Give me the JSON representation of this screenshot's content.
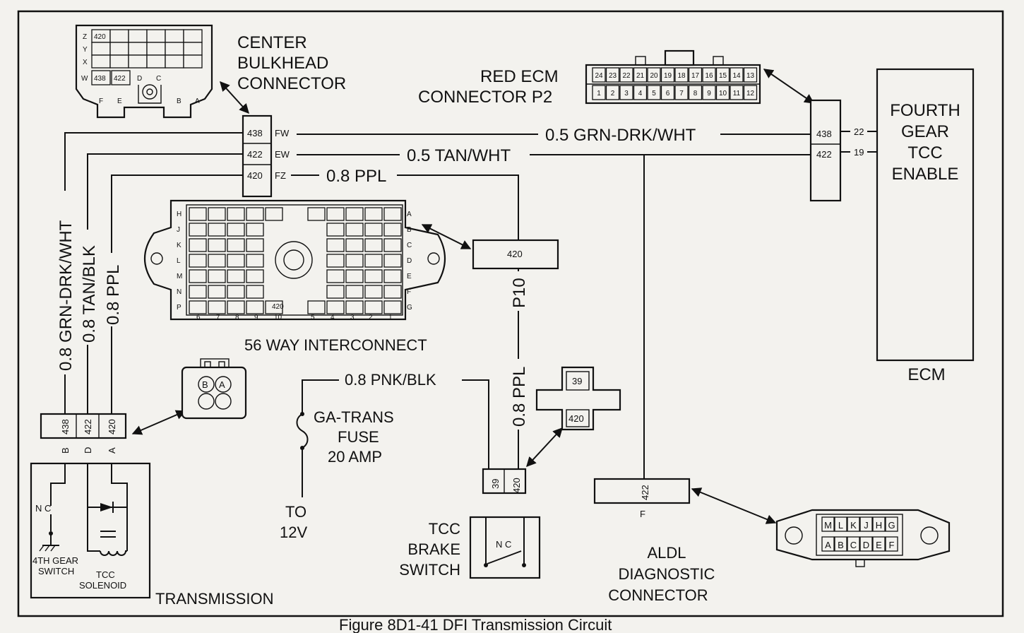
{
  "caption": "Figure 8D1-41 DFI Transmission Circuit",
  "center_bulkhead": {
    "title_lines": [
      "CENTER",
      "BULKHEAD",
      "CONNECTOR"
    ],
    "rows": [
      "Z",
      "Y",
      "X",
      "W"
    ],
    "bottom_letters": [
      "F",
      "E",
      "B",
      "A"
    ],
    "inner_letters": [
      "D",
      "C"
    ],
    "cells": [
      "420",
      "438",
      "422"
    ],
    "pins": [
      {
        "num": "438",
        "label": "FW"
      },
      {
        "num": "422",
        "label": "EW"
      },
      {
        "num": "420",
        "label": "FZ"
      }
    ]
  },
  "red_ecm": {
    "title_lines": [
      "RED ECM",
      "CONNECTOR P2"
    ],
    "top_pins": [
      "24",
      "23",
      "22",
      "21",
      "20",
      "19",
      "18",
      "17",
      "16",
      "15",
      "14",
      "13"
    ],
    "bottom_pins": [
      "1",
      "2",
      "3",
      "4",
      "5",
      "6",
      "7",
      "8",
      "9",
      "10",
      "11",
      "12"
    ],
    "pins": [
      {
        "num": "438",
        "ecm": "22"
      },
      {
        "num": "422",
        "ecm": "19"
      }
    ]
  },
  "ecm": {
    "title_lines": [
      "FOURTH",
      "GEAR",
      "TCC",
      "ENABLE"
    ],
    "label": "ECM"
  },
  "wires": {
    "grn_drk_wht_h": "0.5 GRN-DRK/WHT",
    "tan_wht_h": "0.5 TAN/WHT",
    "ppl_h": "0.8 PPL",
    "grn_drk_wht_v": "0.8 GRN-DRK/WHT",
    "tan_blk_v": "0.8 TAN/BLK",
    "ppl_v": "0.8 PPL",
    "pnk_blk": "0.8 PNK/BLK",
    "ppl_v2": "0.8 PPL",
    "p10": "P10"
  },
  "interconnect": {
    "title": "56 WAY INTERCONNECT",
    "left_letters": [
      "H",
      "J",
      "K",
      "L",
      "M",
      "N",
      "P"
    ],
    "right_letters": [
      "A",
      "B",
      "C",
      "D",
      "E",
      "F",
      "G"
    ],
    "bottom_numbers": [
      "6",
      "7",
      "8",
      "9",
      "10",
      "5",
      "4",
      "3",
      "2",
      "1"
    ],
    "marked_cell": "420",
    "connector_pin": "420"
  },
  "transmission": {
    "connector_pins": [
      "438",
      "422",
      "420"
    ],
    "connector_letters": [
      "B",
      "D",
      "A"
    ],
    "plug_letters": [
      "B",
      "A"
    ],
    "nc_label": "N C",
    "switch_label_lines": [
      "4TH GEAR",
      "SWITCH"
    ],
    "solenoid_label_lines": [
      "TCC",
      "SOLENOID"
    ],
    "title": "TRANSMISSION"
  },
  "fuse": {
    "label_lines": [
      "GA-TRANS",
      "FUSE",
      "20 AMP"
    ],
    "to_lines": [
      "TO",
      "12V"
    ]
  },
  "brake_switch": {
    "connector_pins": [
      "39",
      "420"
    ],
    "plug_pins": [
      "39",
      "420"
    ],
    "nc_label": "N C",
    "title_lines": [
      "TCC",
      "BRAKE",
      "SWITCH"
    ]
  },
  "aldl": {
    "pin": "422",
    "pin_letter": "F",
    "top_letters": [
      "M",
      "L",
      "K",
      "J",
      "H",
      "G"
    ],
    "bottom_letters": [
      "A",
      "B",
      "C",
      "D",
      "E",
      "F"
    ],
    "title_lines": [
      "ALDL",
      "DIAGNOSTIC",
      "CONNECTOR"
    ]
  }
}
